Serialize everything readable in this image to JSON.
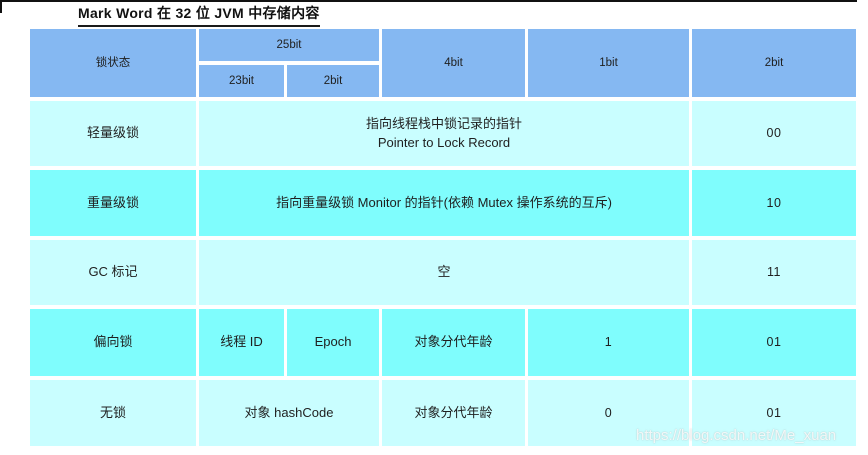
{
  "title": "Mark Word 在 32 位 JVM 中存储内容",
  "watermark": "https://blog.csdn.net/Me_xuan",
  "colors": {
    "header_bg": "#85b8f2",
    "row_light_bg": "#c9feff",
    "row_bright_bg": "#7ffdfd",
    "text": "#1f1f1f",
    "border_line": "#111111"
  },
  "table": {
    "header": {
      "lock_state": "锁状态",
      "bits25": "25bit",
      "bits23": "23bit",
      "bits2_sub": "2bit",
      "bits4": "4bit",
      "bits1": "1bit",
      "bits2": "2bit"
    },
    "rows": {
      "lightweight": {
        "state": "轻量级锁",
        "desc_line1": "指向线程栈中锁记录的指针",
        "desc_line2": "Pointer to Lock Record",
        "flag": "00"
      },
      "heavyweight": {
        "state": "重量级锁",
        "desc": "指向重量级锁 Monitor 的指针(依赖 Mutex 操作系统的互斥)",
        "flag": "10"
      },
      "gc_mark": {
        "state": "GC 标记",
        "desc": "空",
        "flag": "11"
      },
      "biased": {
        "state": "偏向锁",
        "thread_id": "线程 ID",
        "epoch": "Epoch",
        "age": "对象分代年龄",
        "biased_bit": "1",
        "flag": "01"
      },
      "no_lock": {
        "state": "无锁",
        "hashcode": "对象 hashCode",
        "age": "对象分代年龄",
        "biased_bit": "0",
        "flag": "01"
      }
    }
  }
}
